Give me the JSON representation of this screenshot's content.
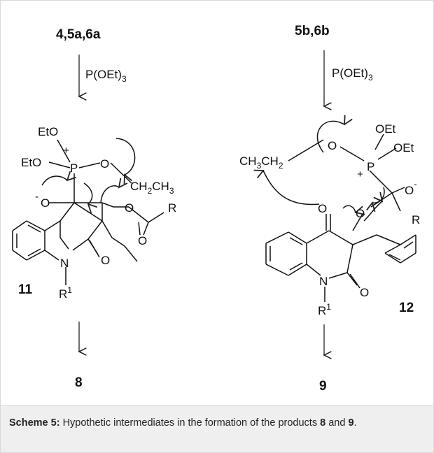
{
  "scheme": {
    "left": {
      "start_compounds": "4,5a,6a",
      "reagent_P": "P(OEt)",
      "reagent_sub": "3",
      "intermediate_label": "11",
      "product_label": "8",
      "atoms": {
        "EtO_top": "EtO",
        "EtO_left": "EtO",
        "plus": "+",
        "P": "P",
        "O_bridge": "O",
        "CH2CH3_main": "CH",
        "CH2CH3_sub1": "2",
        "CH2CH3_mid": "CH",
        "CH2CH3_sub2": "3",
        "O_anion_minus": "-",
        "O_anion": "O",
        "O_ester": "O",
        "R": "R",
        "O_carbonyl": "O",
        "O_lactam": "O",
        "N": "N",
        "R1": "R",
        "R1_sup": "1"
      }
    },
    "right": {
      "start_compounds": "5b,6b",
      "reagent_P": "P(OEt)",
      "reagent_sub": "3",
      "intermediate_label": "12",
      "product_label": "9",
      "atoms": {
        "CH3CH2_a": "CH",
        "CH3CH2_sub1": "3",
        "CH3CH2_b": "CH",
        "CH3CH2_sub2": "2",
        "O_bridge": "O",
        "OEt_top": "OEt",
        "OEt_right": "OEt",
        "plus": "+",
        "P": "P",
        "O_anion": "O",
        "O_anion_minus": "-",
        "O_ketone": "O",
        "O_ether": "O",
        "R": "R",
        "O_lactam": "O",
        "N": "N",
        "R1": "R",
        "R1_sup": "1"
      }
    }
  },
  "caption": {
    "label": "Scheme 5:",
    "text_before": " Hypothetic intermediates in the formation of the products ",
    "product_a": "8",
    "text_and": " and ",
    "product_b": "9",
    "text_end": "."
  }
}
